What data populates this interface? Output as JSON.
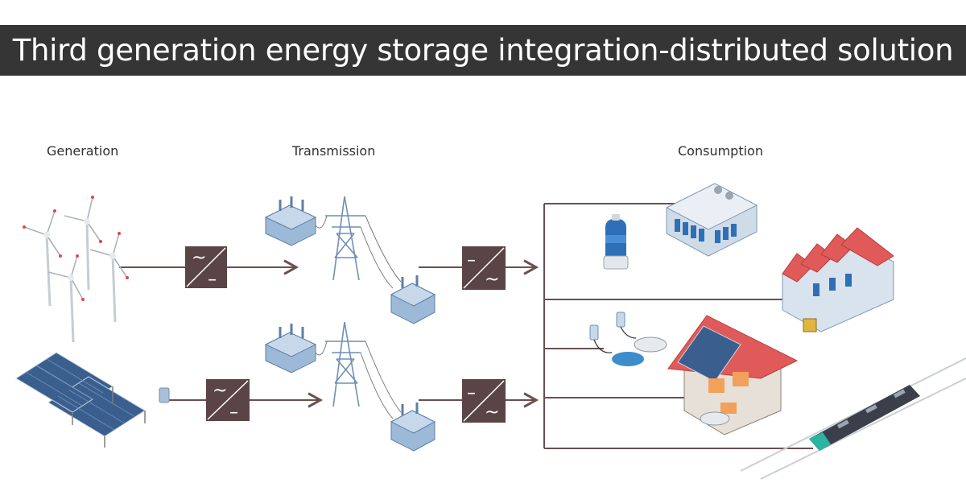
{
  "header": {
    "title": "Third generation energy storage integration-distributed solution"
  },
  "sections": {
    "generation": "Generation",
    "transmission": "Transmission",
    "consumption": "Consumption"
  },
  "icons": {
    "wind_turbines": "wind-turbine-icon",
    "solar_panels": "solar-panel-icon",
    "inverter": "inverter-icon",
    "rectifier": "rectifier-icon",
    "substation": "transformer-substation-icon",
    "pylon": "transmission-tower-icon",
    "battery": "battery-storage-icon",
    "data_center": "data-center-icon",
    "factory": "factory-icon",
    "ev_charging": "ev-charging-icon",
    "house": "smart-home-icon",
    "train": "electric-train-icon"
  },
  "converter_symbols": {
    "ac": "~",
    "dc": "–"
  },
  "colors": {
    "banner": "#353535",
    "connector": "#6b4f4f",
    "converter": "#5b4446",
    "equipment": "#7fa2c8",
    "roof": "#e15a5a"
  }
}
